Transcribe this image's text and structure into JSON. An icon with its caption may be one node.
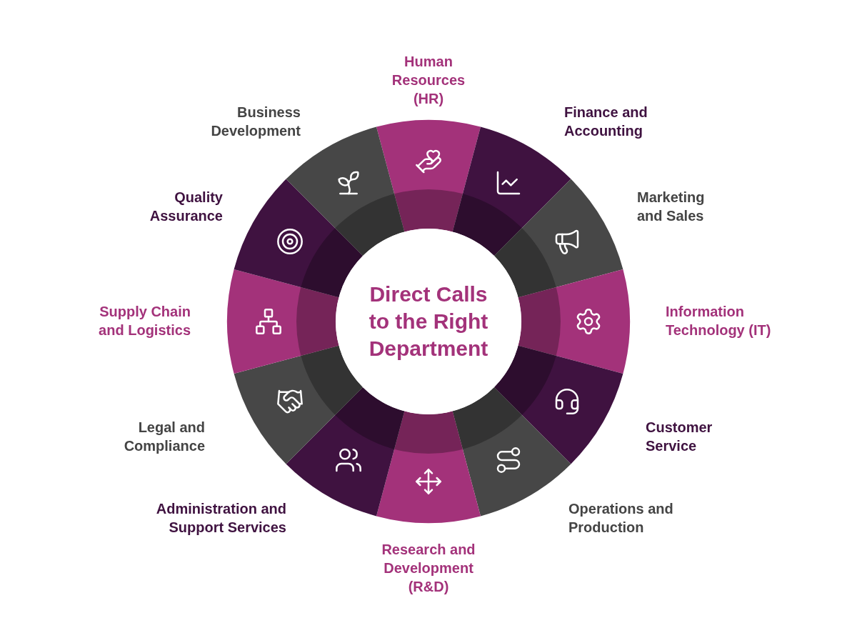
{
  "diagram": {
    "nodes": [
      {
        "text": [
          "Direct Calls to the Right Department"
        ]
      },
      {
        "text": [
          "Human Resources (HR)"
        ]
      },
      {
        "text": [
          "Finance and Accounting"
        ]
      },
      {
        "text": [
          "Marketing and Sales"
        ]
      },
      {
        "text": [
          "Information Technology (IT)"
        ]
      },
      {
        "text": [
          "Customer Service"
        ]
      },
      {
        "text": [
          "Operations and Production"
        ]
      },
      {
        "text": [
          "Research and Development (R&D)"
        ]
      },
      {
        "text": [
          "Administration and Support Services"
        ]
      },
      {
        "text": [
          "Legal and Compliance"
        ]
      },
      {
        "text": [
          "Supply Chain and Logistics"
        ]
      },
      {
        "text": [
          "Quality Assurance"
        ]
      },
      {
        "text": [
          "Business Development"
        ]
      }
    ]
  }
}
